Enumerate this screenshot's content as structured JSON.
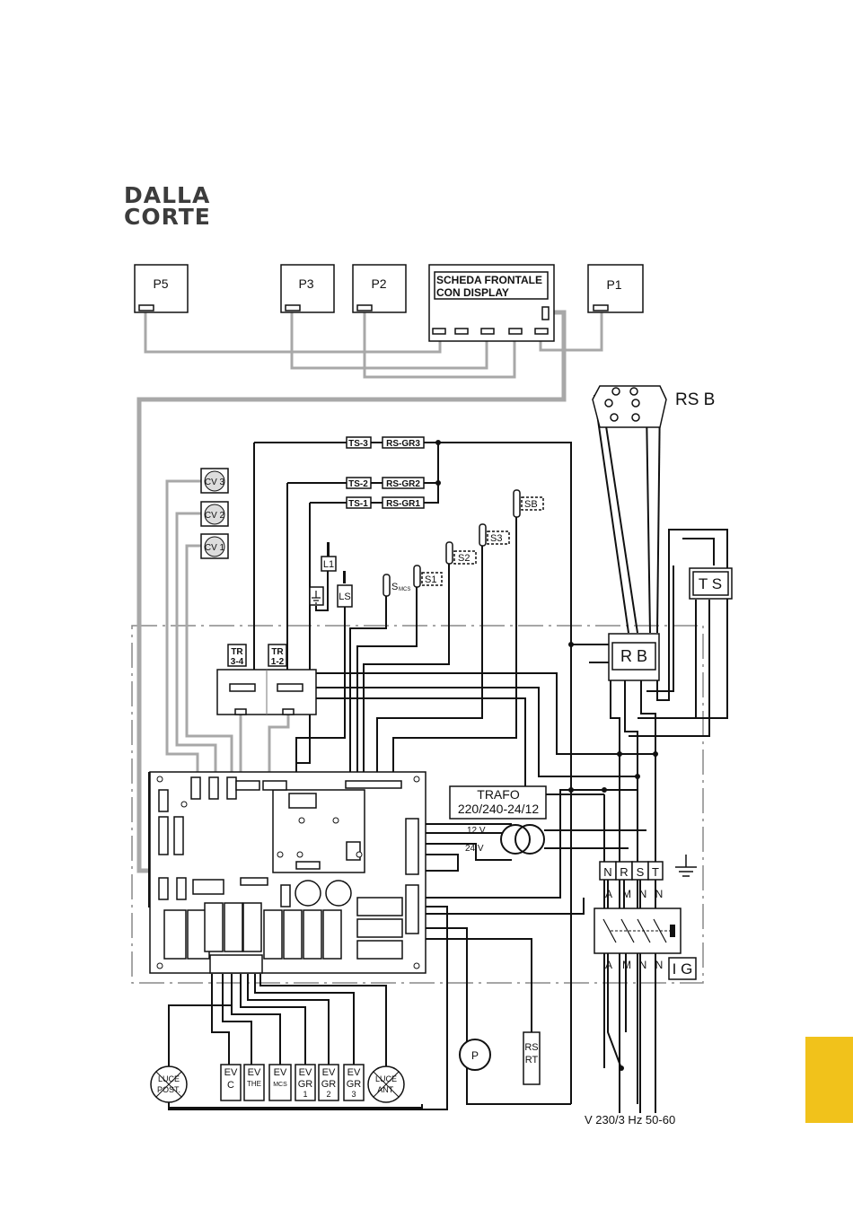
{
  "brand": {
    "line1": "DALLA",
    "line2": "CORTE"
  },
  "accent_color": "#f1c21b",
  "blocks": {
    "p5": "P5",
    "p3": "P3",
    "p2": "P2",
    "p1": "P1",
    "scheda_line1": "SCHEDA FRONTALE",
    "scheda_line2": "CON DISPLAY",
    "rsb": "RS B",
    "ts": "T S",
    "rb": "R B",
    "trafo_line1": "TRAFO",
    "trafo_line2": "220/240-24/12",
    "v12": "12 V",
    "v24": "24 V",
    "ig": "I G",
    "p_pump": "P",
    "rsrt_line1": "RS",
    "rsrt_line2": "RT"
  },
  "labels": {
    "ts3": "TS-3",
    "ts2": "TS-2",
    "ts1": "TS-1",
    "rsgr3": "RS-GR3",
    "rsgr2": "RS-GR2",
    "rsgr1": "RS-GR1",
    "cv3": "CV 3",
    "cv2": "CV 2",
    "cv1": "CV 1",
    "l1": "L1",
    "ls": "LS",
    "smcs_s": "S",
    "smcs_sub": "MCS",
    "s1": "S1",
    "s2": "S2",
    "s3": "S3",
    "sb": "SB",
    "tr34_a": "TR",
    "tr34_b": "3-4",
    "tr12_a": "TR",
    "tr12_b": "1-2"
  },
  "terminals": {
    "top": [
      "N",
      "R",
      "S",
      "T"
    ],
    "under_top": [
      "A",
      "M",
      "N",
      "N"
    ],
    "under_ig": [
      "A",
      "M",
      "N",
      "N"
    ]
  },
  "loads": {
    "luce_post": [
      "LUCE",
      "POST."
    ],
    "luce_ant": [
      "LUCE",
      "ANT."
    ],
    "evc": [
      "EV",
      "C"
    ],
    "evthe": [
      "EV",
      "THE"
    ],
    "evmcs": [
      "EV",
      "MCS"
    ],
    "evgr1": [
      "EV",
      "GR",
      "1"
    ],
    "evgr2": [
      "EV",
      "GR",
      "2"
    ],
    "evgr3": [
      "EV",
      "GR",
      "3"
    ]
  },
  "supply": "V 230/3  Hz 50-60"
}
